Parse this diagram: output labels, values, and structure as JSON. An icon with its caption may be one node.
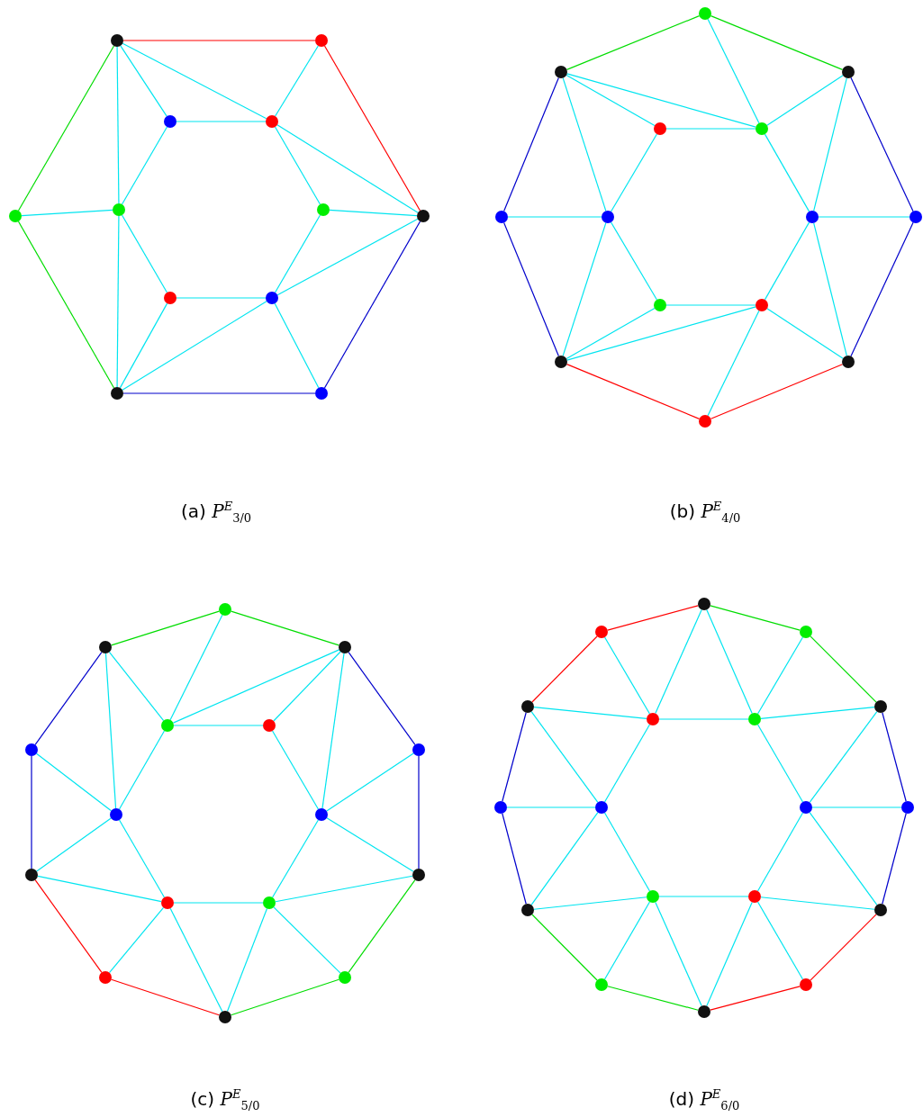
{
  "diagram": {
    "nodes": [
      {
        "text": [],
        "shape": "circle"
      },
      {
        "text": [],
        "shape": "circle"
      },
      {
        "text": [],
        "shape": "circle"
      },
      {
        "text": [],
        "shape": "circle"
      },
      {
        "text": [],
        "shape": "circle"
      },
      {
        "text": [],
        "shape": "circle"
      },
      {
        "text": [],
        "shape": "circle"
      },
      {
        "text": [],
        "shape": "circle"
      },
      {
        "text": [],
        "shape": "circle"
      },
      {
        "text": [],
        "shape": "circle"
      },
      {
        "text": [],
        "shape": "circle"
      },
      {
        "text": [],
        "shape": "circle"
      },
      {
        "text": [],
        "shape": "circle"
      },
      {
        "text": [],
        "shape": "circle"
      },
      {
        "text": [],
        "shape": "circle"
      },
      {
        "text": [],
        "shape": "circle"
      },
      {
        "text": [],
        "shape": "circle"
      },
      {
        "text": [],
        "shape": "circle"
      },
      {
        "text": [],
        "shape": "circle"
      },
      {
        "text": [],
        "shape": "circle"
      },
      {
        "text": [],
        "shape": "circle"
      },
      {
        "text": [],
        "shape": "circle"
      },
      {
        "text": [],
        "shape": "circle"
      },
      {
        "text": [],
        "shape": "circle"
      },
      {
        "text": [],
        "shape": "circle"
      },
      {
        "text": [],
        "shape": "circle"
      },
      {
        "text": [],
        "shape": "circle"
      },
      {
        "text": [],
        "shape": "circle"
      },
      {
        "text": [],
        "shape": "circle"
      },
      {
        "text": [],
        "shape": "circle"
      },
      {
        "text": [],
        "shape": "circle"
      },
      {
        "text": [],
        "shape": "circle"
      },
      {
        "text": [],
        "shape": "circle"
      },
      {
        "text": [],
        "shape": "circle"
      },
      {
        "text": [],
        "shape": "circle"
      },
      {
        "text": [],
        "shape": "circle"
      },
      {
        "text": [],
        "shape": "circle"
      },
      {
        "text": [],
        "shape": "circle"
      },
      {
        "text": [],
        "shape": "circle"
      },
      {
        "text": [],
        "shape": "circle"
      },
      {
        "text": [],
        "shape": "circle"
      },
      {
        "text": [],
        "shape": "circle"
      },
      {
        "text": [],
        "shape": "circle"
      },
      {
        "text": [],
        "shape": "circle"
      },
      {
        "text": [],
        "shape": "circle"
      },
      {
        "text": [],
        "shape": "circle"
      },
      {
        "text": [],
        "shape": "circle"
      },
      {
        "text": [],
        "shape": "circle"
      },
      {
        "text": [],
        "shape": "circle"
      },
      {
        "text": [],
        "shape": "circle"
      },
      {
        "text": [],
        "shape": "circle"
      },
      {
        "text": [],
        "shape": "circle"
      },
      {
        "text": [],
        "shape": "circle"
      },
      {
        "text": [],
        "shape": "circle"
      },
      {
        "text": [],
        "shape": "circle"
      },
      {
        "text": [],
        "shape": "circle"
      },
      {
        "text": [],
        "shape": "circle"
      },
      {
        "text": [],
        "shape": "circle"
      },
      {
        "text": [],
        "shape": "circle"
      },
      {
        "text": [],
        "shape": "circle"
      }
    ],
    "edges": [
      {
        "from": 0,
        "to": 1,
        "arrow": "none",
        "color": "#ff0000"
      },
      {
        "from": 1,
        "to": 7,
        "arrow": "none",
        "color": "#ff0000"
      },
      {
        "from": 0,
        "to": 4,
        "arrow": "none",
        "color": "#00dd00"
      },
      {
        "from": 4,
        "to": 10,
        "arrow": "none",
        "color": "#00dd00"
      },
      {
        "from": 10,
        "to": 11,
        "arrow": "none",
        "color": "#0000cc"
      },
      {
        "from": 11,
        "to": 7,
        "arrow": "none",
        "color": "#0000cc"
      },
      {
        "from": 0,
        "to": 2,
        "arrow": "none"
      },
      {
        "from": 0,
        "to": 3,
        "arrow": "none"
      },
      {
        "from": 0,
        "to": 5,
        "arrow": "none"
      },
      {
        "from": 1,
        "to": 3,
        "arrow": "none"
      },
      {
        "from": 2,
        "to": 3,
        "arrow": "none"
      },
      {
        "from": 2,
        "to": 5,
        "arrow": "none"
      },
      {
        "from": 4,
        "to": 5,
        "arrow": "none"
      },
      {
        "from": 3,
        "to": 6,
        "arrow": "none"
      },
      {
        "from": 3,
        "to": 7,
        "arrow": "none"
      },
      {
        "from": 6,
        "to": 7,
        "arrow": "none"
      },
      {
        "from": 6,
        "to": 9,
        "arrow": "none"
      },
      {
        "from": 5,
        "to": 8,
        "arrow": "none"
      },
      {
        "from": 5,
        "to": 10,
        "arrow": "none"
      },
      {
        "from": 8,
        "to": 9,
        "arrow": "none"
      },
      {
        "from": 8,
        "to": 10,
        "arrow": "none"
      },
      {
        "from": 9,
        "to": 10,
        "arrow": "none"
      },
      {
        "from": 9,
        "to": 7,
        "arrow": "none"
      },
      {
        "from": 9,
        "to": 11,
        "arrow": "none"
      },
      {
        "from": 12,
        "to": 13,
        "arrow": "none",
        "color": "#00dd00"
      },
      {
        "from": 12,
        "to": 14,
        "arrow": "none",
        "color": "#00dd00"
      },
      {
        "from": 14,
        "to": 20,
        "arrow": "none",
        "color": "#0000cc"
      },
      {
        "from": 20,
        "to": 24,
        "arrow": "none",
        "color": "#0000cc"
      },
      {
        "from": 13,
        "to": 17,
        "arrow": "none",
        "color": "#0000cc"
      },
      {
        "from": 17,
        "to": 23,
        "arrow": "none",
        "color": "#0000cc"
      },
      {
        "from": 23,
        "to": 25,
        "arrow": "none",
        "color": "#ff0000"
      },
      {
        "from": 25,
        "to": 24,
        "arrow": "none",
        "color": "#ff0000"
      },
      {
        "from": 12,
        "to": 16,
        "arrow": "none"
      },
      {
        "from": 13,
        "to": 15,
        "arrow": "none"
      },
      {
        "from": 13,
        "to": 16,
        "arrow": "none"
      },
      {
        "from": 13,
        "to": 18,
        "arrow": "none"
      },
      {
        "from": 14,
        "to": 16,
        "arrow": "none"
      },
      {
        "from": 14,
        "to": 19,
        "arrow": "none"
      },
      {
        "from": 15,
        "to": 16,
        "arrow": "none"
      },
      {
        "from": 15,
        "to": 18,
        "arrow": "none"
      },
      {
        "from": 16,
        "to": 19,
        "arrow": "none"
      },
      {
        "from": 17,
        "to": 18,
        "arrow": "none"
      },
      {
        "from": 19,
        "to": 20,
        "arrow": "none"
      },
      {
        "from": 18,
        "to": 21,
        "arrow": "none"
      },
      {
        "from": 18,
        "to": 23,
        "arrow": "none"
      },
      {
        "from": 21,
        "to": 22,
        "arrow": "none"
      },
      {
        "from": 21,
        "to": 23,
        "arrow": "none"
      },
      {
        "from": 23,
        "to": 22,
        "arrow": "none"
      },
      {
        "from": 22,
        "to": 19,
        "arrow": "none"
      },
      {
        "from": 22,
        "to": 25,
        "arrow": "none"
      },
      {
        "from": 22,
        "to": 24,
        "arrow": "none"
      },
      {
        "from": 19,
        "to": 24,
        "arrow": "none"
      },
      {
        "from": 26,
        "to": 27,
        "arrow": "none",
        "color": "#00dd00"
      },
      {
        "from": 26,
        "to": 28,
        "arrow": "none",
        "color": "#00dd00"
      },
      {
        "from": 27,
        "to": 31,
        "arrow": "none",
        "color": "#0000cc"
      },
      {
        "from": 31,
        "to": 35,
        "arrow": "none",
        "color": "#0000cc"
      },
      {
        "from": 28,
        "to": 32,
        "arrow": "none",
        "color": "#0000cc"
      },
      {
        "from": 32,
        "to": 36,
        "arrow": "none",
        "color": "#0000cc"
      },
      {
        "from": 35,
        "to": 39,
        "arrow": "none",
        "color": "#ff0000"
      },
      {
        "from": 39,
        "to": 41,
        "arrow": "none",
        "color": "#ff0000"
      },
      {
        "from": 41,
        "to": 40,
        "arrow": "none",
        "color": "#00dd00"
      },
      {
        "from": 40,
        "to": 36,
        "arrow": "none",
        "color": "#00dd00"
      },
      {
        "from": 26,
        "to": 29,
        "arrow": "none"
      },
      {
        "from": 27,
        "to": 29,
        "arrow": "none"
      },
      {
        "from": 27,
        "to": 33,
        "arrow": "none"
      },
      {
        "from": 28,
        "to": 29,
        "arrow": "none"
      },
      {
        "from": 28,
        "to": 30,
        "arrow": "none"
      },
      {
        "from": 28,
        "to": 34,
        "arrow": "none"
      },
      {
        "from": 29,
        "to": 30,
        "arrow": "none"
      },
      {
        "from": 29,
        "to": 33,
        "arrow": "none"
      },
      {
        "from": 30,
        "to": 34,
        "arrow": "none"
      },
      {
        "from": 31,
        "to": 33,
        "arrow": "none"
      },
      {
        "from": 32,
        "to": 34,
        "arrow": "none"
      },
      {
        "from": 33,
        "to": 35,
        "arrow": "none"
      },
      {
        "from": 33,
        "to": 37,
        "arrow": "none"
      },
      {
        "from": 34,
        "to": 36,
        "arrow": "none"
      },
      {
        "from": 34,
        "to": 38,
        "arrow": "none"
      },
      {
        "from": 35,
        "to": 37,
        "arrow": "none"
      },
      {
        "from": 36,
        "to": 38,
        "arrow": "none"
      },
      {
        "from": 37,
        "to": 38,
        "arrow": "none"
      },
      {
        "from": 37,
        "to": 39,
        "arrow": "none"
      },
      {
        "from": 37,
        "to": 41,
        "arrow": "none"
      },
      {
        "from": 38,
        "to": 41,
        "arrow": "none"
      },
      {
        "from": 38,
        "to": 40,
        "arrow": "none"
      },
      {
        "from": 42,
        "to": 43,
        "arrow": "none",
        "color": "#ff0000"
      },
      {
        "from": 43,
        "to": 45,
        "arrow": "none",
        "color": "#ff0000"
      },
      {
        "from": 42,
        "to": 44,
        "arrow": "none",
        "color": "#00dd00"
      },
      {
        "from": 44,
        "to": 46,
        "arrow": "none",
        "color": "#00dd00"
      },
      {
        "from": 45,
        "to": 49,
        "arrow": "none",
        "color": "#0000cc"
      },
      {
        "from": 49,
        "to": 55,
        "arrow": "none",
        "color": "#0000cc"
      },
      {
        "from": 46,
        "to": 52,
        "arrow": "none",
        "color": "#0000cc"
      },
      {
        "from": 52,
        "to": 56,
        "arrow": "none",
        "color": "#0000cc"
      },
      {
        "from": 55,
        "to": 57,
        "arrow": "none",
        "color": "#00dd00"
      },
      {
        "from": 57,
        "to": 59,
        "arrow": "none",
        "color": "#00dd00"
      },
      {
        "from": 59,
        "to": 58,
        "arrow": "none",
        "color": "#ff0000"
      },
      {
        "from": 58,
        "to": 56,
        "arrow": "none",
        "color": "#ff0000"
      },
      {
        "from": 42,
        "to": 47,
        "arrow": "none"
      },
      {
        "from": 42,
        "to": 48,
        "arrow": "none"
      },
      {
        "from": 43,
        "to": 47,
        "arrow": "none"
      },
      {
        "from": 44,
        "to": 48,
        "arrow": "none"
      },
      {
        "from": 45,
        "to": 47,
        "arrow": "none"
      },
      {
        "from": 45,
        "to": 50,
        "arrow": "none"
      },
      {
        "from": 46,
        "to": 48,
        "arrow": "none"
      },
      {
        "from": 46,
        "to": 51,
        "arrow": "none"
      },
      {
        "from": 47,
        "to": 48,
        "arrow": "none"
      },
      {
        "from": 47,
        "to": 50,
        "arrow": "none"
      },
      {
        "from": 48,
        "to": 51,
        "arrow": "none"
      },
      {
        "from": 49,
        "to": 50,
        "arrow": "none"
      },
      {
        "from": 51,
        "to": 52,
        "arrow": "none"
      },
      {
        "from": 50,
        "to": 53,
        "arrow": "none"
      },
      {
        "from": 50,
        "to": 55,
        "arrow": "none"
      },
      {
        "from": 51,
        "to": 54,
        "arrow": "none"
      },
      {
        "from": 51,
        "to": 56,
        "arrow": "none"
      },
      {
        "from": 53,
        "to": 54,
        "arrow": "none"
      },
      {
        "from": 53,
        "to": 55,
        "arrow": "none"
      },
      {
        "from": 53,
        "to": 57,
        "arrow": "none"
      },
      {
        "from": 53,
        "to": 59,
        "arrow": "none"
      },
      {
        "from": 54,
        "to": 59,
        "arrow": "none"
      },
      {
        "from": 54,
        "to": 58,
        "arrow": "none"
      },
      {
        "from": 54,
        "to": 56,
        "arrow": "none"
      }
    ],
    "labels": [
      "(a) *P*$^{E}$$_{3/0}$",
      "(b) *P*$^{E}$$_{4/0}$",
      "(c) *P*$^{E}$$_{5/0}$",
      "(d) *P*$^{E}$$_{6/0}$"
    ]
  }
}
